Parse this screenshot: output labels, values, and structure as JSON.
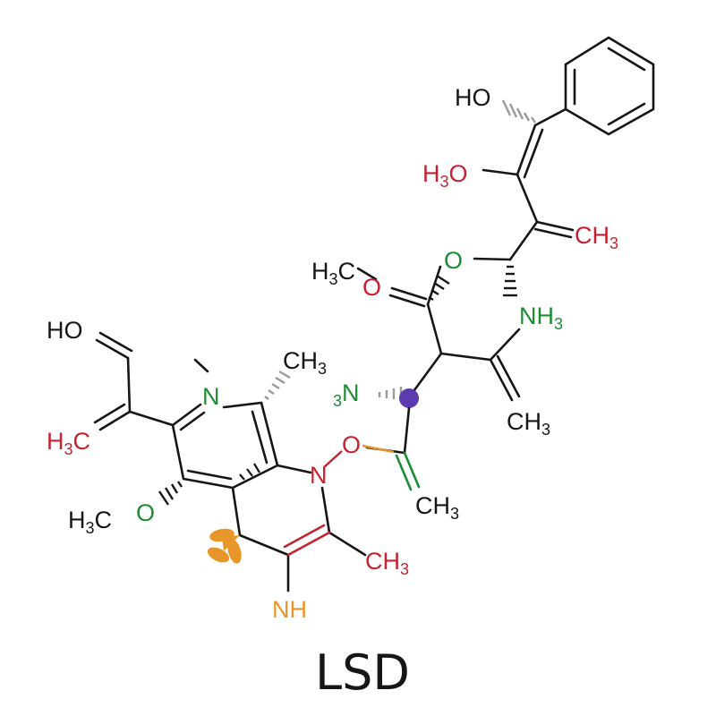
{
  "title": "LSD",
  "colors": {
    "black": "#161616",
    "red": "#c42330",
    "green": "#1d8d35",
    "orange": "#e8962a",
    "purple": "#5b3bb0"
  },
  "labels": {
    "ho_top": "HO",
    "h3o_a": "H",
    "h3o_sub": "3",
    "h3o_b": "O",
    "ch3_top": "CH",
    "ch3_top_sub": "3",
    "o_ring": "O",
    "h3c_mid_a": "H",
    "h3c_mid_sub": "3",
    "h3c_mid_b": "C",
    "o_carbonyl": "O",
    "nh3": "NH",
    "nh3_sub": "3",
    "n3": "N",
    "n3_pre": "3",
    "ch3_mid": "CH",
    "ch3_mid_sub": "3",
    "ch3_n": "CH",
    "ch3_n_sub": "3",
    "n_ring": "N",
    "n_plus": "N",
    "o_plus": "O",
    "ch3_alkene": "CH",
    "ch3_alkene_sub": "3",
    "ho_left": "HO",
    "h3c_left_a": "H",
    "h3c_left_sub": "3",
    "h3c_left_b": "C",
    "h3c_bottom_a": "H",
    "h3c_bottom_sub": "3",
    "h3c_bottom_b": "C",
    "o_left": "O",
    "ch3_right": "CH",
    "ch3_right_sub": "3",
    "nh_bottom": "NH"
  }
}
